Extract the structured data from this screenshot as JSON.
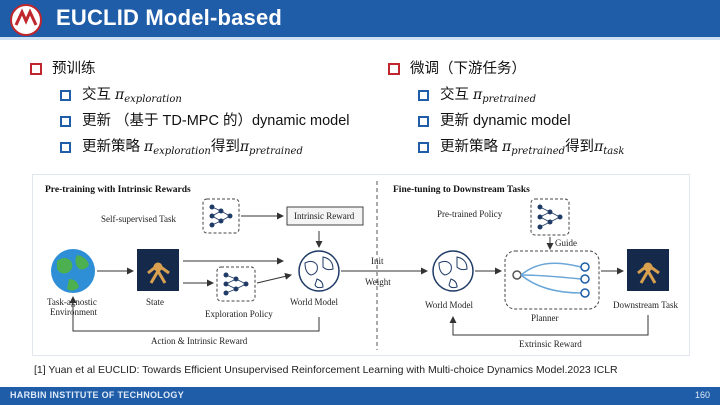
{
  "header": {
    "title": "EUCLID Model-based"
  },
  "left": {
    "heading": "预训练",
    "items": [
      {
        "text": "交互 ",
        "math": "π",
        "sub": "exploration",
        "tail": ""
      },
      {
        "text": "更新 （基于 TD-MPC 的）dynamic model",
        "math": "",
        "sub": "",
        "tail": ""
      },
      {
        "text": "更新策略 ",
        "math": "π",
        "sub": "exploration",
        "tail": "得到",
        "math2": "π",
        "sub2": "pretrained"
      }
    ]
  },
  "right": {
    "heading": "微调（下游任务）",
    "items": [
      {
        "text": "交互 ",
        "math": "π",
        "sub": "pretrained",
        "tail": ""
      },
      {
        "text": "更新 dynamic model",
        "math": "",
        "sub": "",
        "tail": ""
      },
      {
        "text": "更新策略 ",
        "math": "π",
        "sub": "pretrained",
        "tail": "得到",
        "math2": "π",
        "sub2": "task"
      }
    ]
  },
  "figure": {
    "left_title": "Pre-training with Intrinsic Rewards",
    "right_title": "Fine-tuning to Downstream Tasks",
    "self_supervised": "Self-supervised Task",
    "intrinsic_reward": "Intrinsic Reward",
    "env_line1": "Task-agnostic",
    "env_line2": "Environment",
    "state": "State",
    "exploration_policy": "Exploration Policy",
    "world_model": "World Model",
    "init": "Init",
    "weight": "Weight",
    "action_reward": "Action & Intrinsic Reward",
    "pretrained_policy": "Pre-trained Policy",
    "guide": "Guide",
    "world_model2": "World Model",
    "planner": "Planner",
    "downstream": "Downstream Task",
    "extrinsic": "Extrinsic Reward"
  },
  "citation": "[1] Yuan et al EUCLID: Towards Efficient Unsupervised Reinforcement Learning with Multi-choice Dynamics Model.2023 ICLR",
  "footer": {
    "institution": "HARBIN INSTITUTE OF TECHNOLOGY",
    "page": "160"
  },
  "colors": {
    "brand_blue": "#1f5da8",
    "bullet_red": "#c0262d"
  }
}
